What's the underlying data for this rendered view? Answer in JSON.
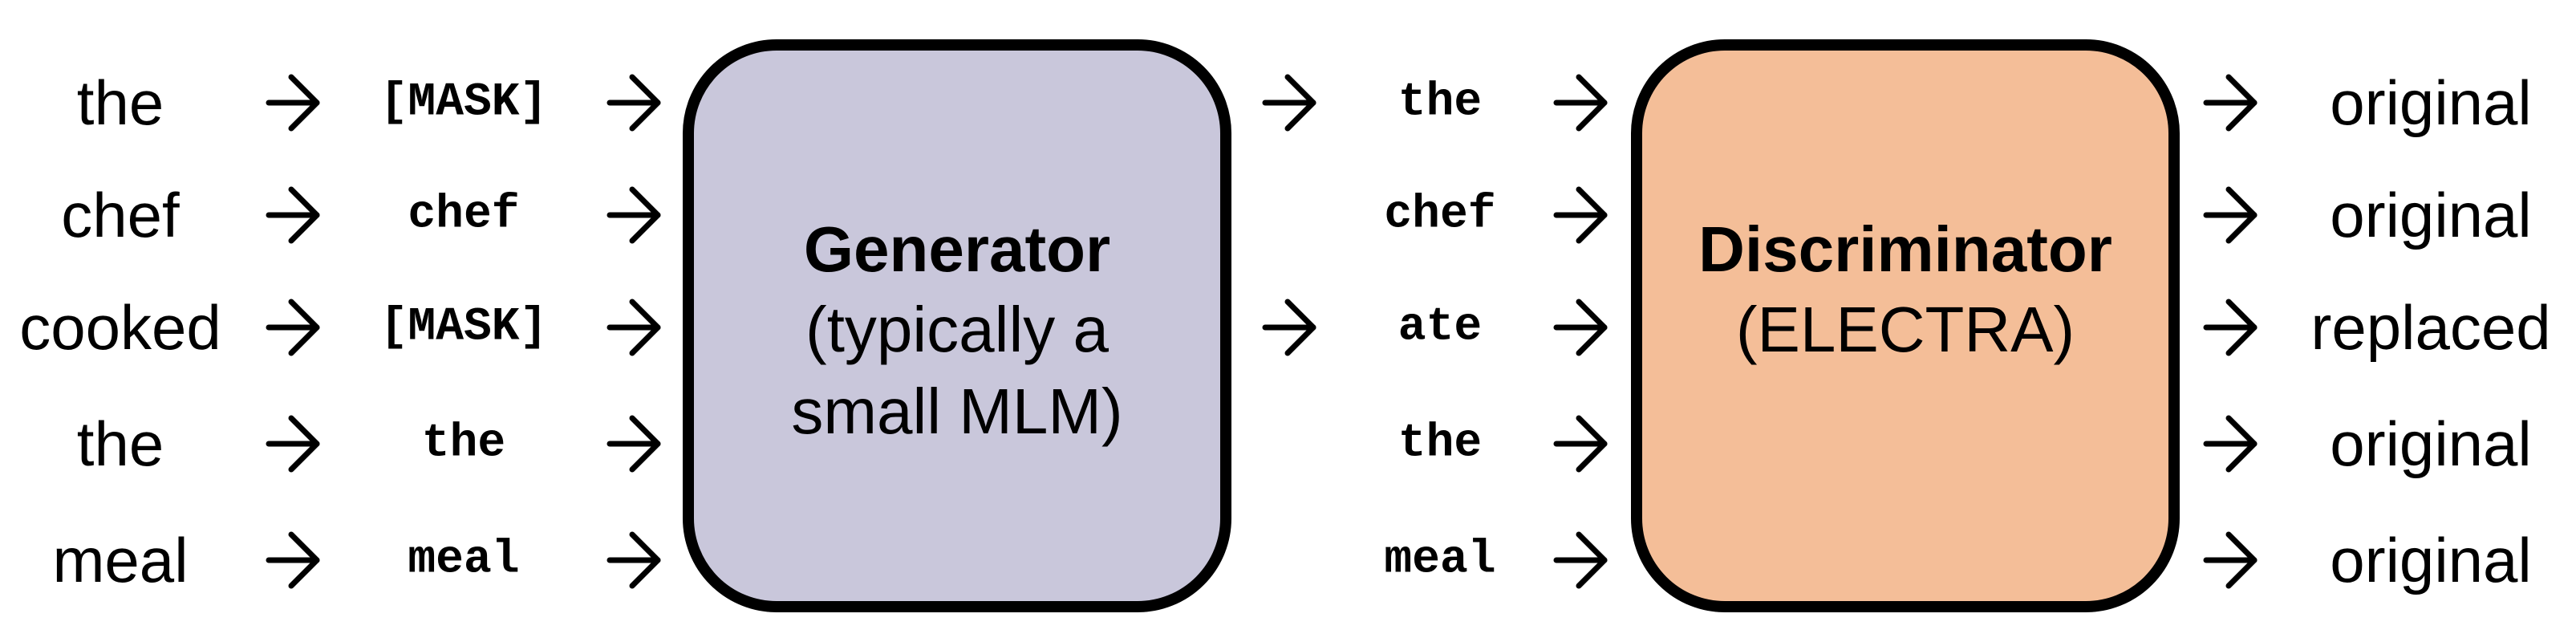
{
  "colors": {
    "generator_fill": "#C9C7DB",
    "discriminator_fill": "#F4BE98",
    "box_stroke": "#000000",
    "text": "#000000"
  },
  "input_tokens": [
    "the",
    "chef",
    "cooked",
    "the",
    "meal"
  ],
  "masked_tokens": [
    "[MASK]",
    "chef",
    "[MASK]",
    "the",
    "meal"
  ],
  "generator": {
    "title": "Generator",
    "subtitle_line1": "(typically a",
    "subtitle_line2": "small MLM)"
  },
  "generated_tokens": [
    "the",
    "chef",
    "ate",
    "the",
    "meal"
  ],
  "discriminator": {
    "title": "Discriminator",
    "subtitle": "(ELECTRA)"
  },
  "labels": [
    "original",
    "original",
    "replaced",
    "original",
    "original"
  ],
  "icons": {
    "arrow": "right-arrow-icon"
  }
}
